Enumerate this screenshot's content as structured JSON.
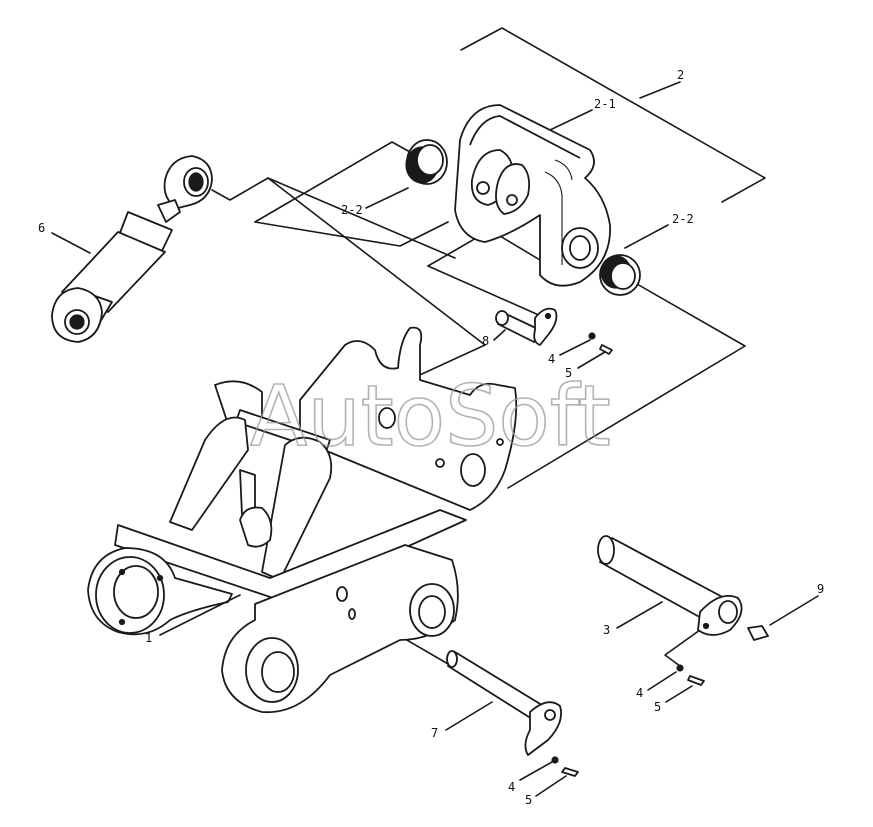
{
  "watermark": "AutoSoft",
  "labels": {
    "l2": "2",
    "l2_1": "2-1",
    "l2_2a": "2-2",
    "l2_2b": "2-2",
    "l6": "6",
    "l8": "8",
    "l4a": "4",
    "l5a": "5",
    "l1": "1",
    "l3": "3",
    "l9": "9",
    "l4b": "4",
    "l5b": "5",
    "l7": "7",
    "l4c": "4",
    "l5c": "5"
  }
}
